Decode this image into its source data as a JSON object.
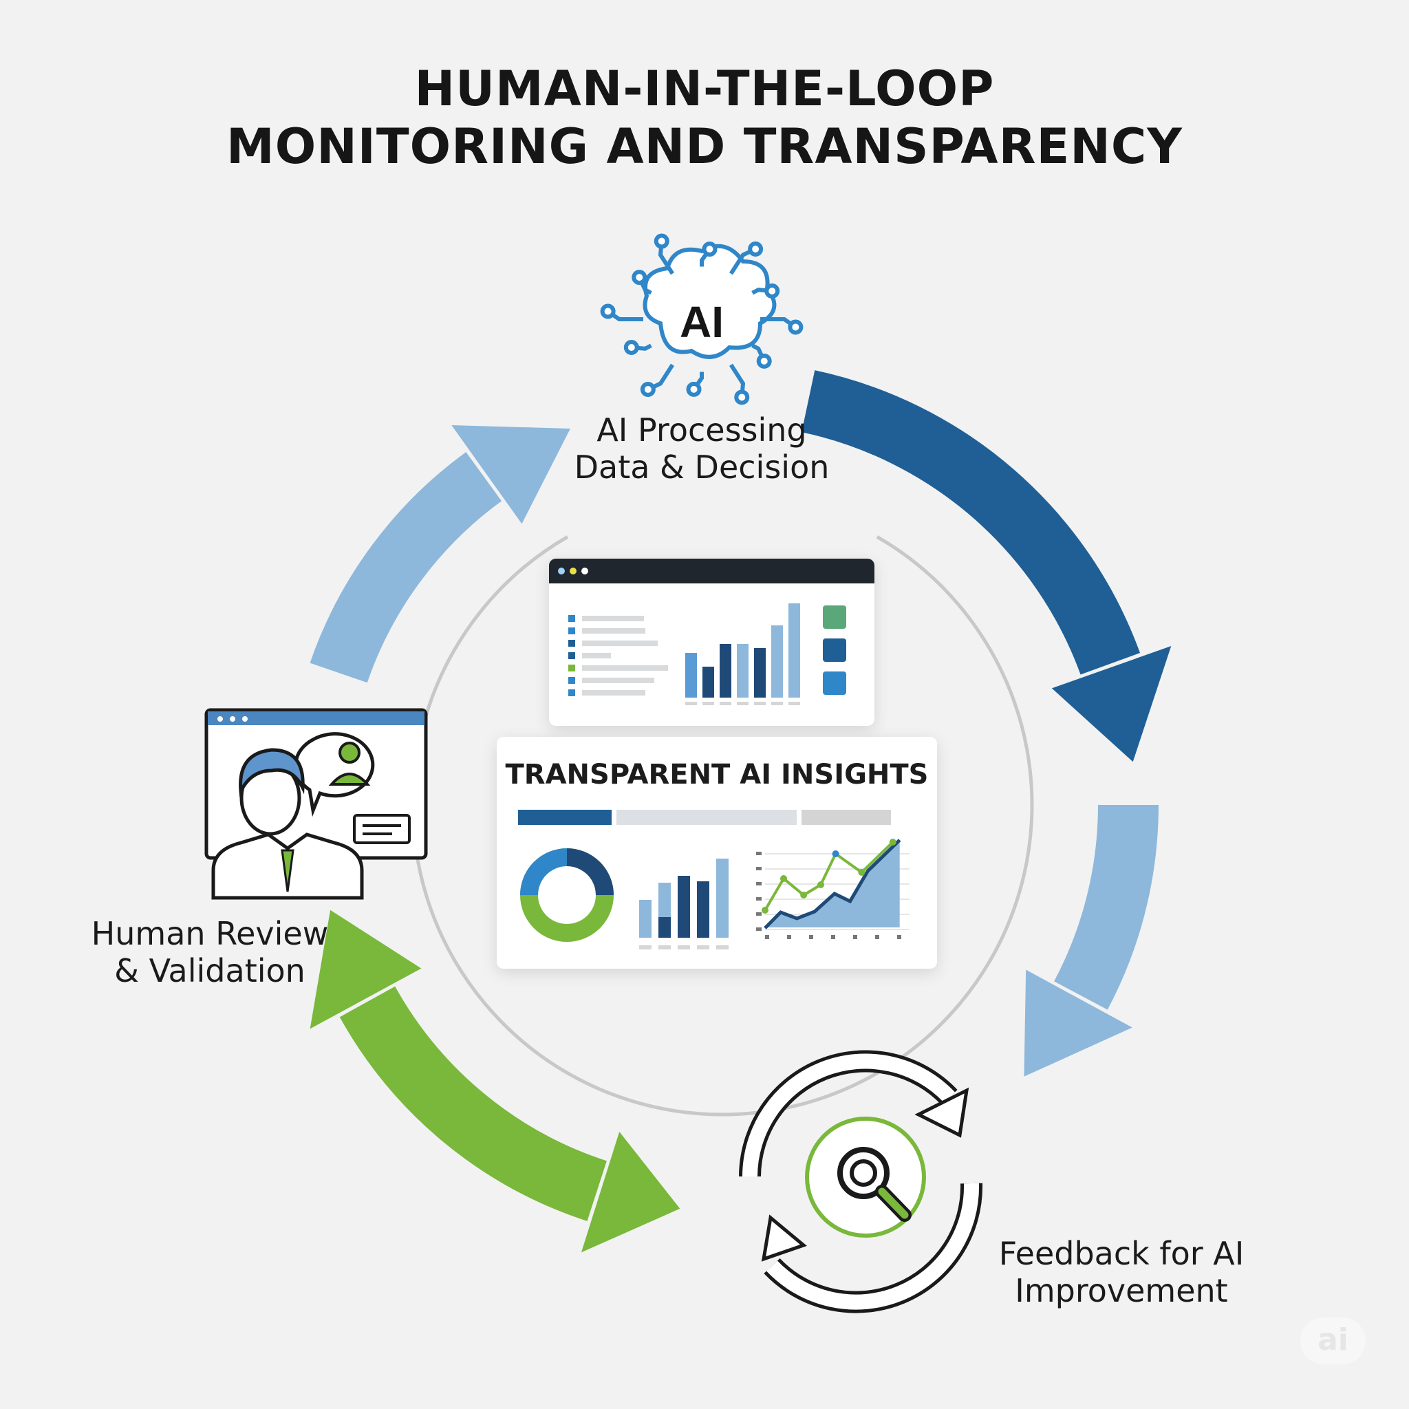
{
  "title": {
    "line1": "HUMAN-IN-THE-LOOP",
    "line2": "MONITORING AND TRANSPARENCY"
  },
  "ai_node": {
    "icon_text": "AI",
    "label_line1": "AI Processing",
    "label_line2": "Data & Decision"
  },
  "human_node": {
    "label_line1": "Human Review",
    "label_line2": "& Validation"
  },
  "feedback_node": {
    "label_line1": "Feedback for AI",
    "label_line2": "Improvement"
  },
  "insights_panel": {
    "title": "TRANSPARENT AI INSIGHTS"
  },
  "watermark": "ai",
  "colors": {
    "dark_blue": "#1f5f96",
    "light_blue": "#8db8db",
    "green": "#79b83a",
    "ai_blue": "#2f86c8",
    "gray_ring": "#c8c8c8"
  }
}
